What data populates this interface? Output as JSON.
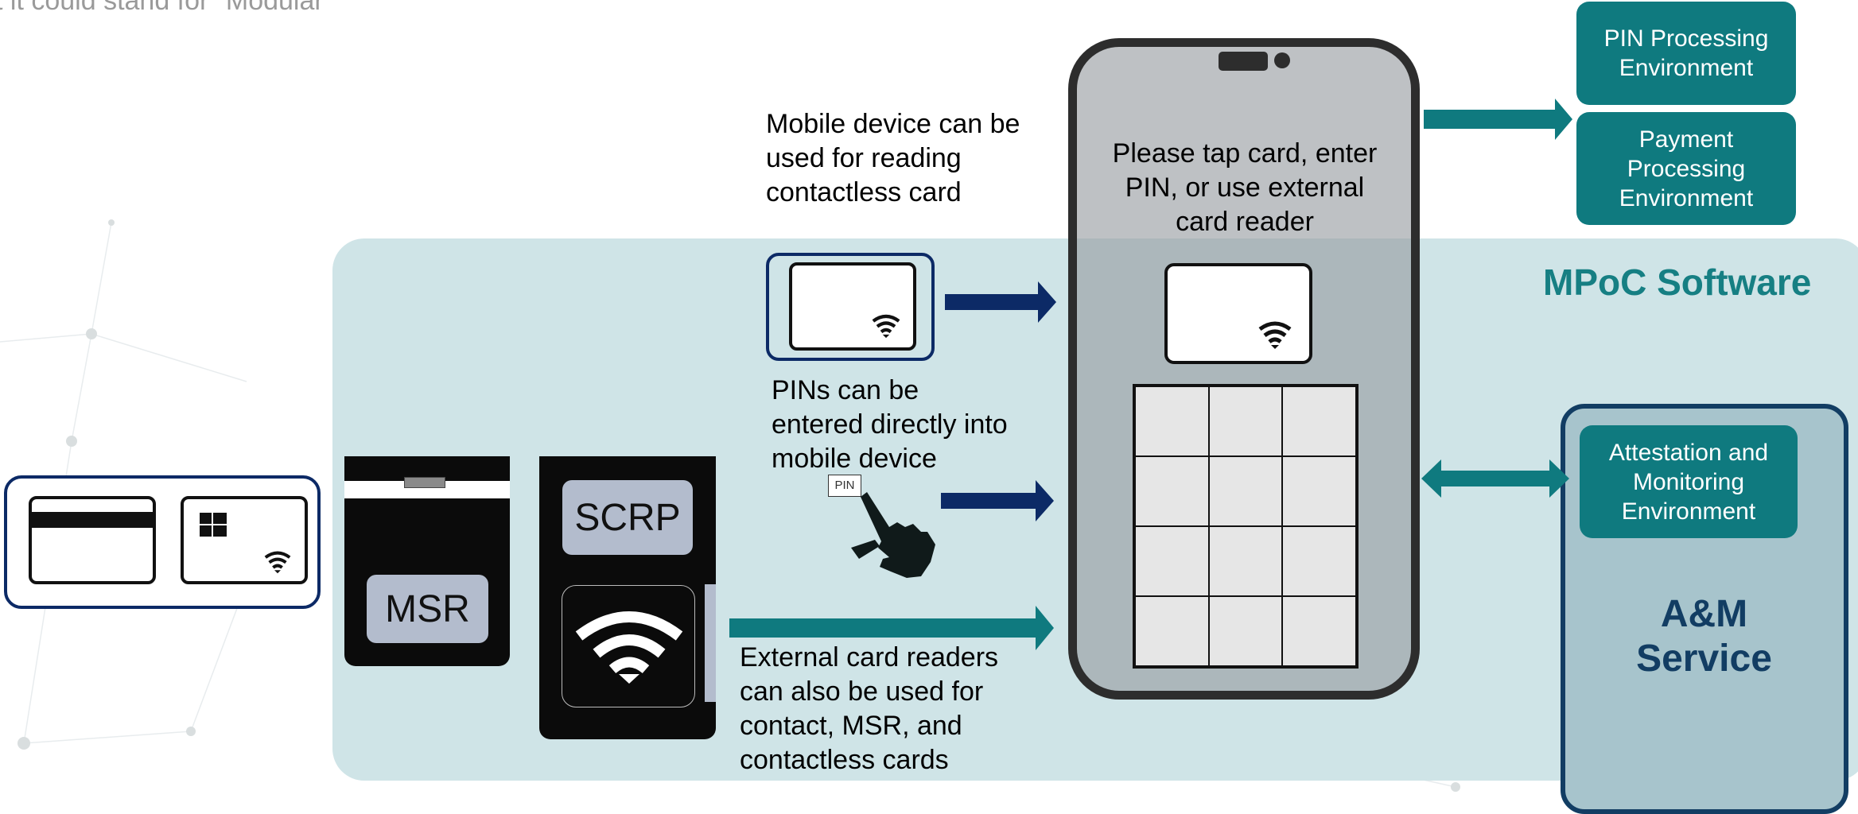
{
  "top_fragment": "t it could stand for \"Modular",
  "mpoc_label": "MPoC Software",
  "phone_message": "Please tap card, enter\nPIN, or use external\ncard reader",
  "captions": {
    "mobile_reading": "Mobile device can be\nused for reading\ncontactless card",
    "pins": "PINs can be\nentered directly into\nmobile device",
    "external": "External card readers\ncan also be used for\ncontact, MSR, and\ncontactless cards"
  },
  "pin_tag": "PIN",
  "environments": {
    "pin_processing": "PIN Processing\nEnvironment",
    "payment_processing": "Payment\nProcessing\nEnvironment",
    "attestation": "Attestation  and\nMonitoring\nEnvironment"
  },
  "am_service": "A&M\nService",
  "readers": {
    "msr": "MSR",
    "scrp": "SCRP"
  },
  "colors": {
    "teal": "#0f7a7f",
    "navy": "#0c2a66",
    "mpoc_region": "#cfe4e7",
    "am_box": "#a7c4cc",
    "am_border": "#123d63"
  },
  "icons": [
    "wifi-icon",
    "chip-icon",
    "hand-pointer-icon",
    "camera-icon"
  ]
}
